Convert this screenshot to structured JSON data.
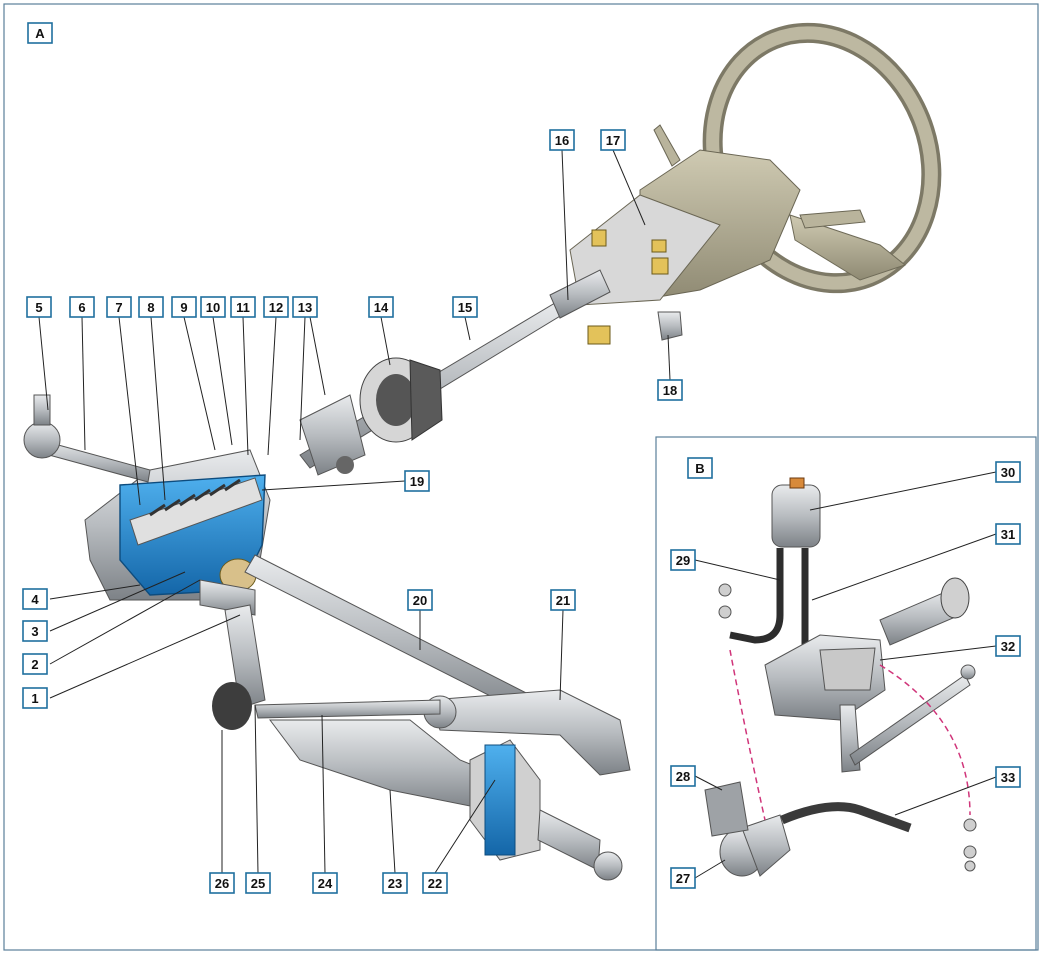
{
  "panels": {
    "a": {
      "label": "A"
    },
    "b": {
      "label": "B"
    }
  },
  "callouts": {
    "c1": "1",
    "c2": "2",
    "c3": "3",
    "c4": "4",
    "c5": "5",
    "c6": "6",
    "c7": "7",
    "c8": "8",
    "c9": "9",
    "c10": "10",
    "c11": "11",
    "c12": "12",
    "c13": "13",
    "c14": "14",
    "c15": "15",
    "c16": "16",
    "c17": "17",
    "c18": "18",
    "c19": "19",
    "c20": "20",
    "c21": "21",
    "c22": "22",
    "c23": "23",
    "c24": "24",
    "c25": "25",
    "c26": "26",
    "c27": "27",
    "c28": "28",
    "c29": "29",
    "c30": "30",
    "c31": "31",
    "c32": "32",
    "c33": "33"
  },
  "colors": {
    "housing_cutaway": "#1e8fd6",
    "metal": "#b9bcbf",
    "column_shroud": "#b9b49c",
    "wheel": "#a9a48e",
    "connector": "#e3c25a",
    "callout_border": "#1f6f9e",
    "hose_dashed": "#d0357a"
  }
}
